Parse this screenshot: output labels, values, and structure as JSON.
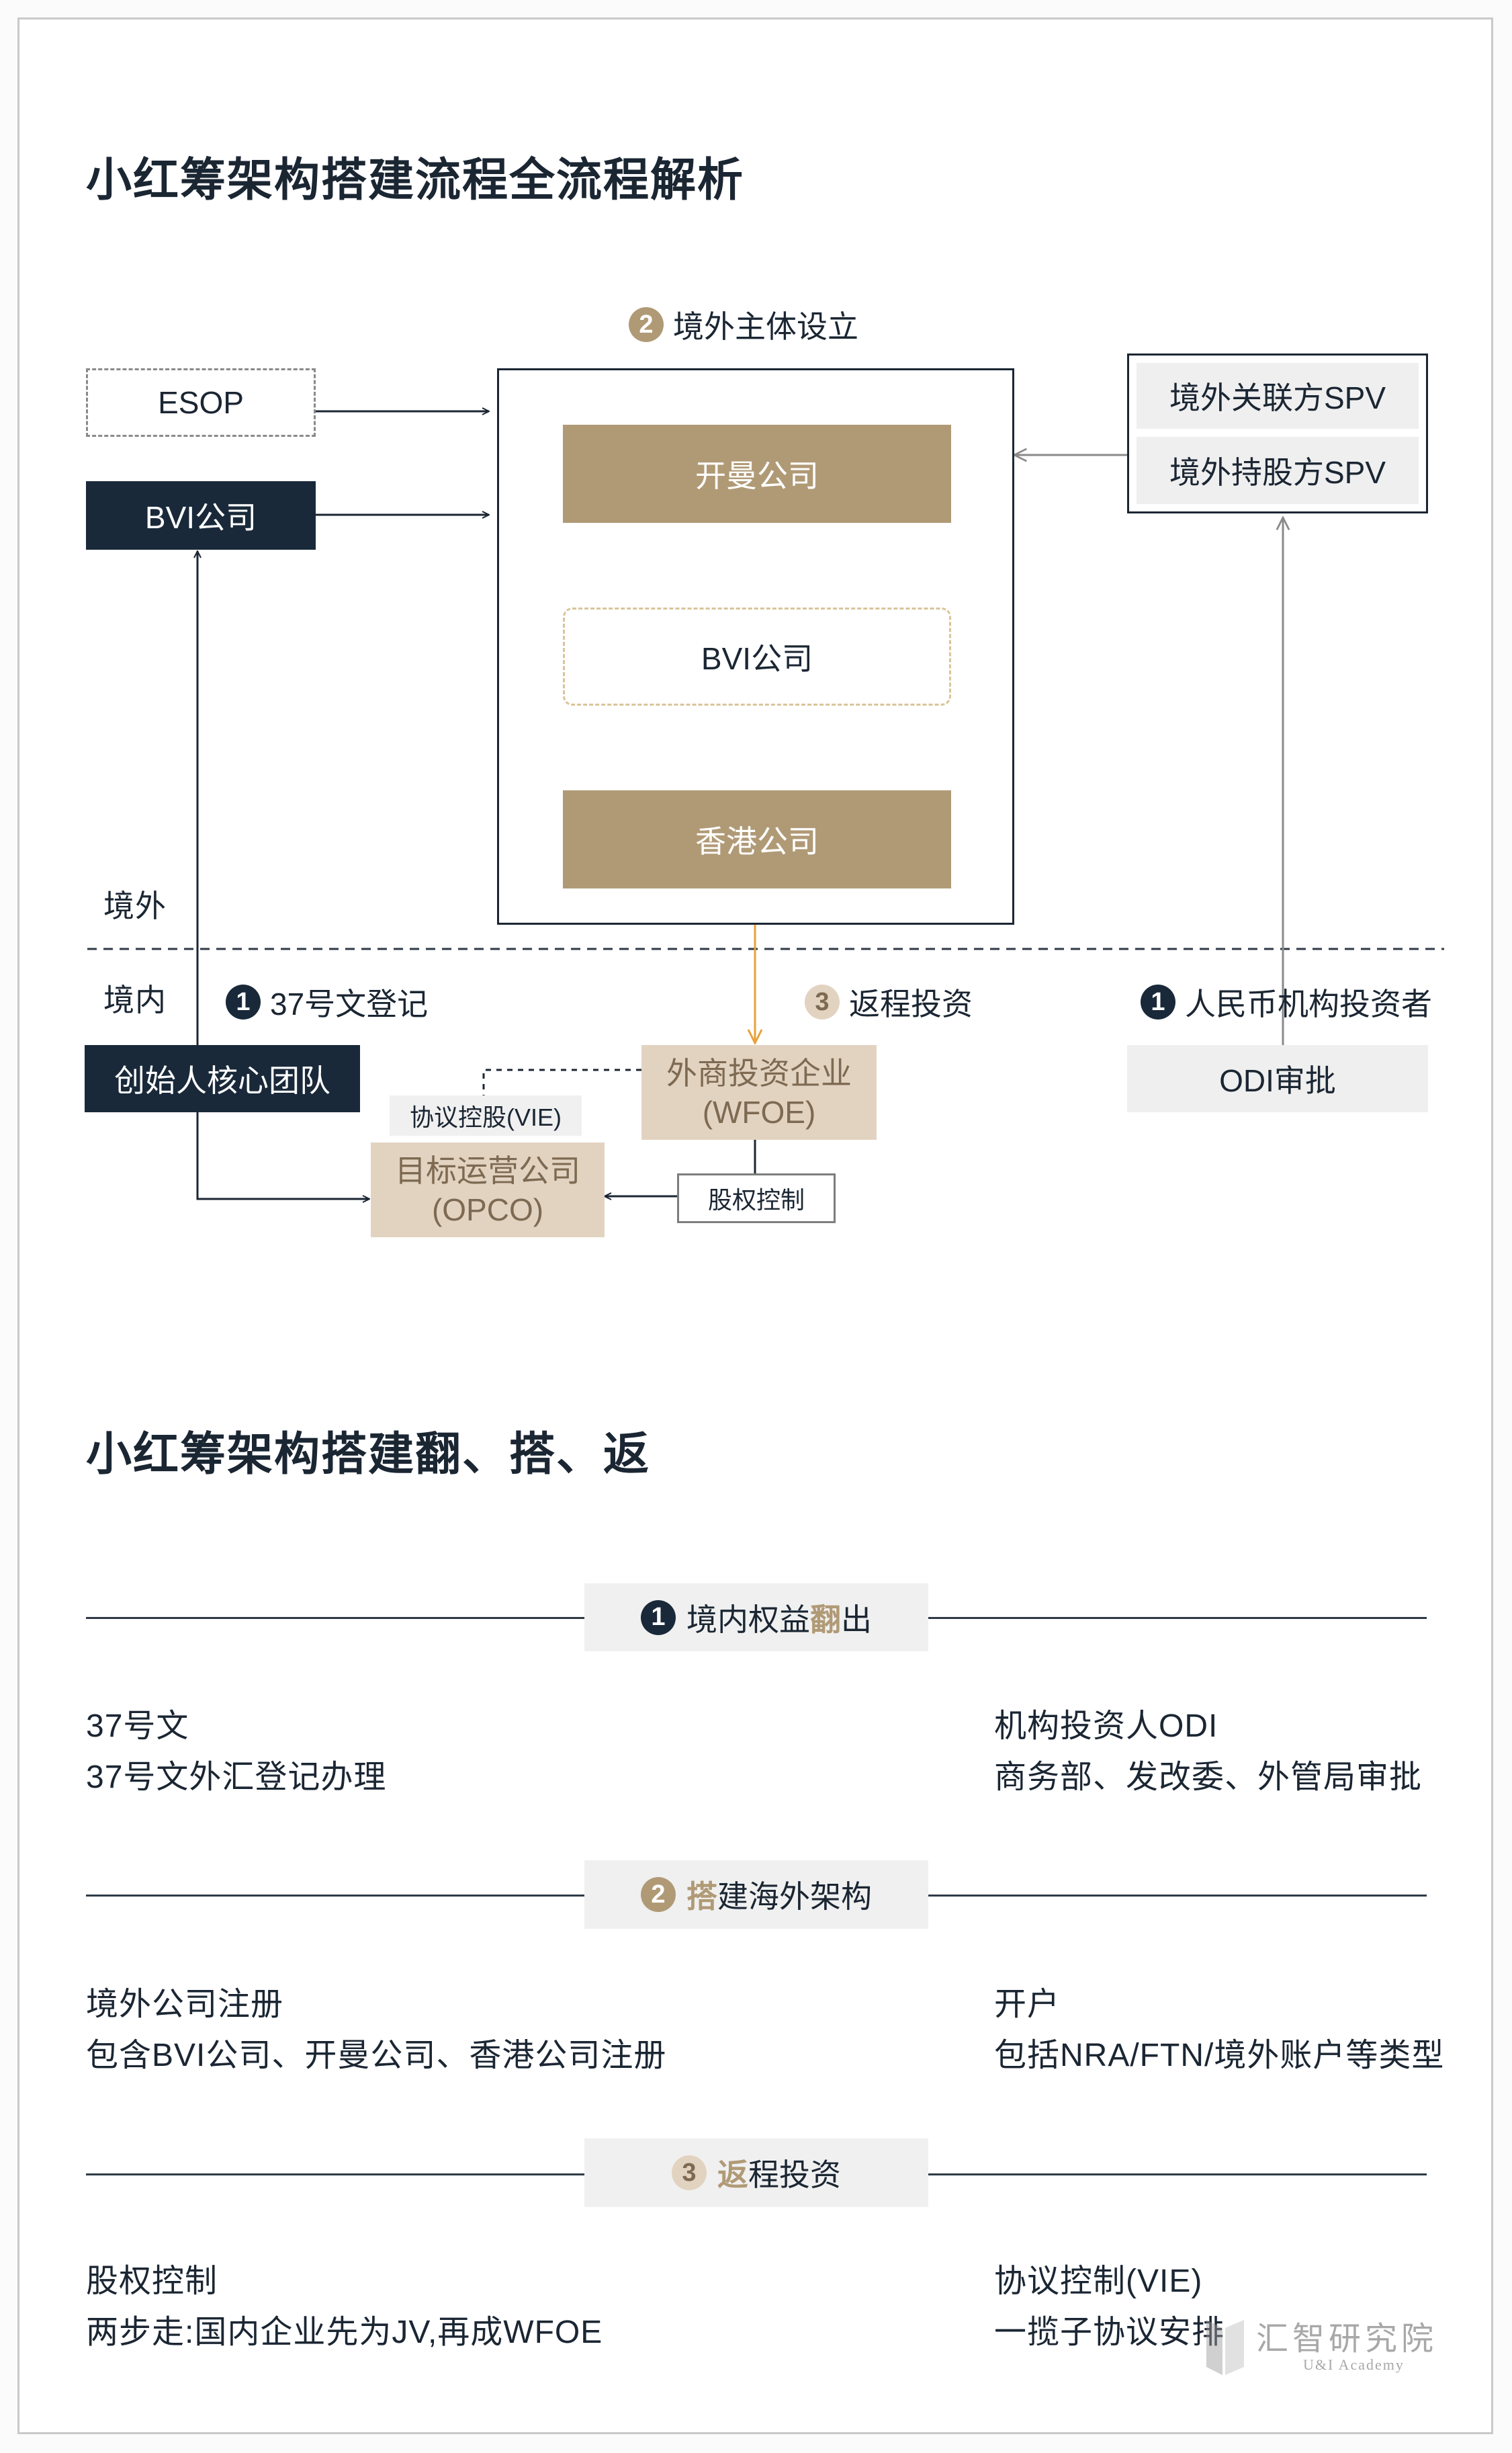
{
  "diagram": {
    "title": "小红筹架构搭建流程全流程解析",
    "offshore_label": "境外",
    "onshore_label": "境内",
    "steps": {
      "establish": {
        "num": "2",
        "label": "境外主体设立"
      },
      "register": {
        "num": "1",
        "label": "37号文登记"
      },
      "roundtrip": {
        "num": "3",
        "label": "返程投资"
      },
      "rmb_investor": {
        "num": "1",
        "label": "人民币机构投资者"
      }
    },
    "boxes": {
      "esop": "ESOP",
      "bvi_left": "BVI公司",
      "cayman": "开曼公司",
      "bvi_mid": "BVI公司",
      "hk": "香港公司",
      "spv_related": "境外关联方SPV",
      "spv_holding": "境外持股方SPV",
      "founders": "创始人核心团队",
      "wfoe_line1": "外商投资企业",
      "wfoe_line2": "(WFOE)",
      "opco_line1": "目标运营公司",
      "opco_line2": "(OPCO)",
      "vie_tag": "协议控股(VIE)",
      "equity_control": "股权控制",
      "odi": "ODI审批"
    },
    "colors": {
      "dark": "#19293a",
      "gold": "#b09a76",
      "beige": "#e2d3c1",
      "red_arrow": "#c0393b",
      "orange_arrow": "#e8a23a"
    }
  },
  "summary": {
    "title": "小红筹架构搭建翻、搭、返",
    "sections": [
      {
        "num": "1",
        "highlight": "",
        "pre": "境内权益",
        "key": "翻",
        "post": "出",
        "left": [
          "37号文",
          "37号文外汇登记办理"
        ],
        "right": [
          "机构投资人ODI",
          "商务部、发改委、外管局审批"
        ]
      },
      {
        "num": "2",
        "pre": "",
        "key": "搭",
        "post": "建海外架构",
        "left": [
          "境外公司注册",
          "包含BVI公司、开曼公司、香港公司注册"
        ],
        "right": [
          "开户",
          "包括NRA/FTN/境外账户等类型"
        ]
      },
      {
        "num": "3",
        "pre": "",
        "key": "返",
        "post": "程投资",
        "left": [
          "股权控制",
          "两步走:国内企业先为JV,再成WFOE"
        ],
        "right": [
          "协议控制(VIE)",
          "一揽子协议安排"
        ]
      }
    ]
  },
  "watermark": {
    "name": "汇智研究院",
    "sub": "U&I Academy",
    "icon": "academy-logo-icon"
  }
}
